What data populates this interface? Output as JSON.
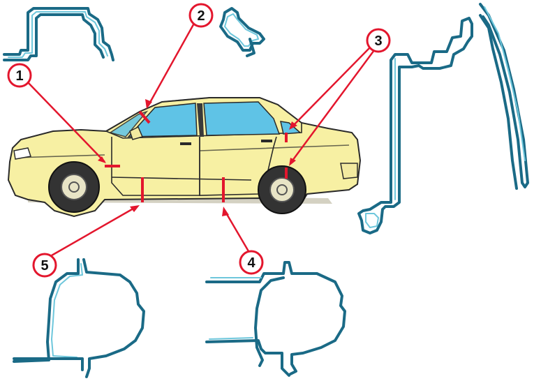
{
  "colors": {
    "seal_stroke": "#1a6a86",
    "seal_inner": "#6ec7dc",
    "body_fill": "#f7f0a3",
    "body_outline": "#2a2a2a",
    "glass": "#5fc3e6",
    "marker": "#e3162d",
    "callout_fill": "#ffffff",
    "tire": "#333333",
    "wheel_rim": "#e8e4c6"
  },
  "callouts": [
    {
      "id": "1",
      "label": "1"
    },
    {
      "id": "2",
      "label": "2"
    },
    {
      "id": "3",
      "label": "3"
    },
    {
      "id": "4",
      "label": "4"
    },
    {
      "id": "5",
      "label": "5"
    }
  ]
}
